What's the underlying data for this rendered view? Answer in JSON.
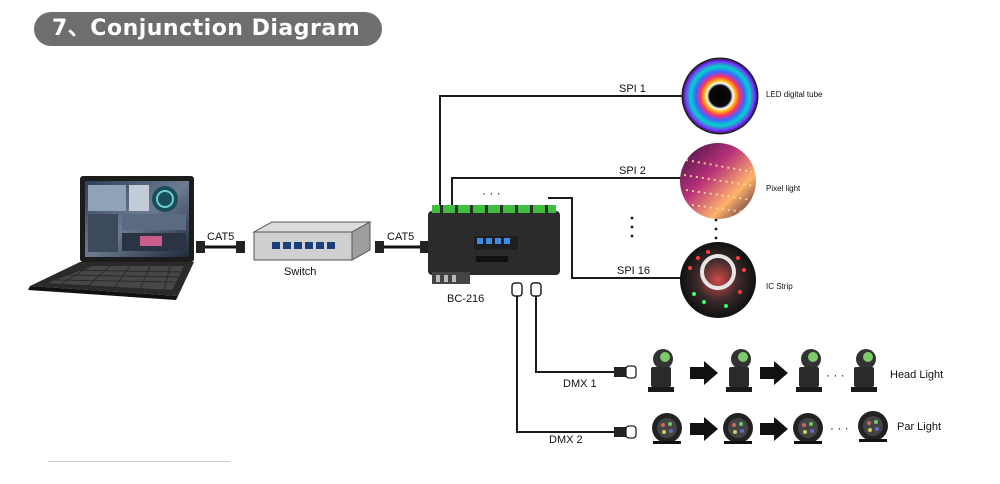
{
  "header": {
    "title": "7、Conjunction Diagram"
  },
  "colors": {
    "header_bg": "#6e6e6e",
    "line": "#1a1a1a",
    "device": "#2b2b2b",
    "led_green": "#3fbf3f",
    "led_blue": "#3a8ee6"
  },
  "nodes": {
    "switch": "Switch",
    "controller": "BC-216",
    "led_tube": "LED digital tube",
    "pixel_light": "Pixel light",
    "ic_strip": "IC Strip",
    "head_light": "Head Light",
    "par_light": "Par Light"
  },
  "links": {
    "cat5_left": "CAT5",
    "cat5_right": "CAT5",
    "spi1": "SPI 1",
    "spi2": "SPI 2",
    "spi16": "SPI 16",
    "dmx1": "DMX 1",
    "dmx2": "DMX 2",
    "ellipsis_top": "· · ·",
    "ellipsis_head": "· · ·",
    "ellipsis_par": "· · ·"
  }
}
